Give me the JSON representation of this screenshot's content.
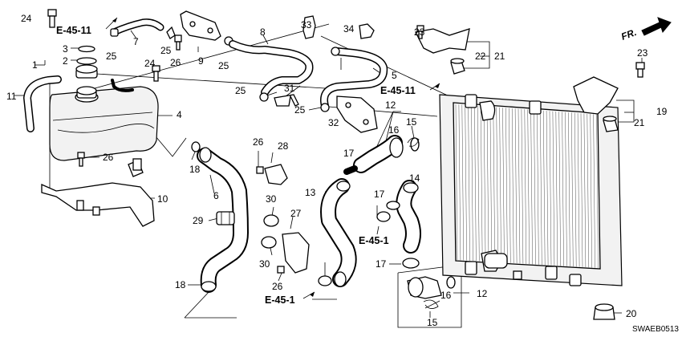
{
  "diagram": {
    "diagram_code": "SWAEB0513",
    "front_label": "FR.",
    "section_refs": [
      {
        "id": "ref-top-left",
        "label": "E-45-11"
      },
      {
        "id": "ref-mid-right",
        "label": "E-45-11"
      },
      {
        "id": "ref-mid",
        "label": "E-45-1"
      },
      {
        "id": "ref-bottom",
        "label": "E-45-1"
      }
    ],
    "callouts": [
      "24",
      "3",
      "2",
      "1",
      "11",
      "7",
      "25",
      "25",
      "26",
      "9",
      "25",
      "24",
      "8",
      "33",
      "34",
      "23",
      "22",
      "21",
      "23",
      "19",
      "21",
      "31",
      "25",
      "25",
      "5",
      "12",
      "16",
      "15",
      "17",
      "32",
      "4",
      "26",
      "18",
      "6",
      "26",
      "28",
      "10",
      "29",
      "30",
      "27",
      "30",
      "26",
      "13",
      "17",
      "14",
      "17",
      "12",
      "16",
      "15",
      "18",
      "20"
    ]
  }
}
